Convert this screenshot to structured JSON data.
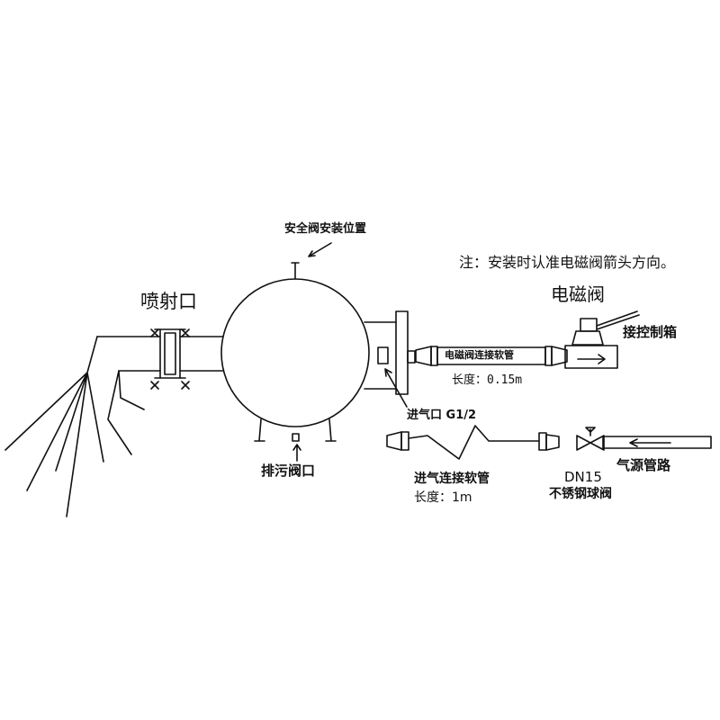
{
  "labels": {
    "nozzle": "喷射口",
    "safety_valve_position": "安全阀安装位置",
    "drain_valve": "排污阀口",
    "note": "注：安装时认准电磁阀箭头方向。",
    "solenoid_valve": "电磁阀",
    "control_box": "接控制箱",
    "solenoid_hose": "电磁阀连接软管",
    "solenoid_hose_length": "长度：0.15m",
    "air_inlet": "进气口 G1/2",
    "inlet_hose": "进气连接软管",
    "inlet_hose_length": "长度：1m",
    "ball_valve_size": "DN15",
    "ball_valve": "不锈钢球阀",
    "air_source_pipe": "气源管路"
  },
  "colors": {
    "line": "#111111",
    "background": "#ffffff"
  }
}
